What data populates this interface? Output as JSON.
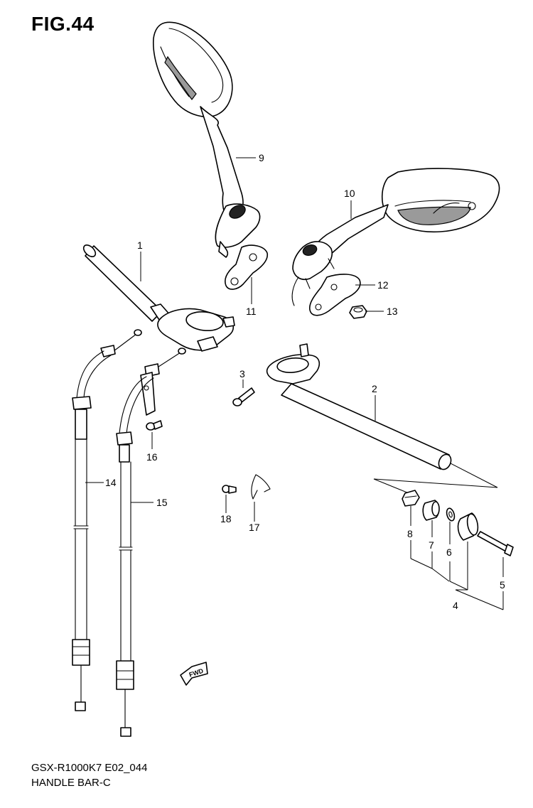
{
  "figure": {
    "title": "FIG.44",
    "model_code": "GSX-R1000K7 E02_044",
    "caption": "HANDLE BAR-C",
    "direction_label": "FWD"
  },
  "callouts": [
    "1",
    "2",
    "3",
    "4",
    "5",
    "6",
    "7",
    "8",
    "9",
    "10",
    "11",
    "12",
    "13",
    "14",
    "15",
    "16",
    "17",
    "18"
  ],
  "parts": {
    "p1": "1",
    "p2": "2",
    "p3": "3",
    "p4": "4",
    "p5": "5",
    "p6": "6",
    "p7": "7",
    "p8": "8",
    "p9": "9",
    "p10": "10",
    "p11": "11",
    "p12": "12",
    "p13": "13",
    "p14": "14",
    "p15": "15",
    "p16": "16",
    "p17": "17",
    "p18": "18"
  }
}
